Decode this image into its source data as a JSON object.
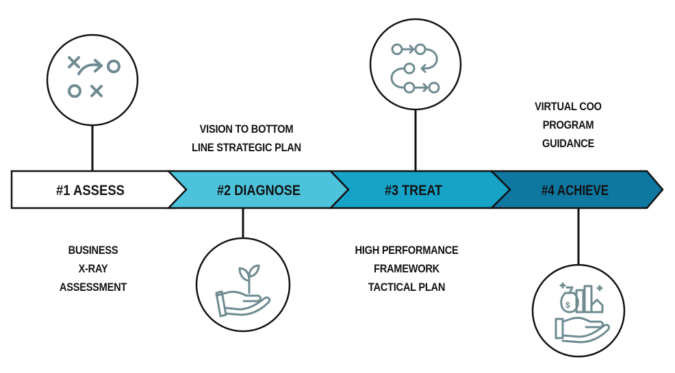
{
  "steps": [
    {
      "label": "#1 ASSESS",
      "fill": "#ffffff",
      "text_color": "#111111",
      "description": [
        "BUSINESS",
        "X-RAY",
        "ASSESSMENT"
      ],
      "icon": "strategy-play-icon"
    },
    {
      "label": "#2 DIAGNOSE",
      "fill": "#4cc3da",
      "text_color": "#111111",
      "description": [
        "VISION TO BOTTOM",
        "LINE STRATEGIC PLAN"
      ],
      "icon": "hand-plant-icon"
    },
    {
      "label": "#3 TREAT",
      "fill": "#15a3c8",
      "text_color": "#111111",
      "description": [
        "HIGH PERFORMANCE",
        "FRAMEWORK",
        "TACTICAL PLAN"
      ],
      "icon": "process-flow-icon"
    },
    {
      "label": "#4 ACHIEVE",
      "fill": "#0f78a0",
      "text_color": "#111111",
      "description": [
        "VIRTUAL COO",
        "PROGRAM",
        "GUIDANCE"
      ],
      "icon": "hand-money-icon"
    }
  ],
  "colors": {
    "outline": "#111111",
    "icon_stroke": "#6e8a91"
  }
}
